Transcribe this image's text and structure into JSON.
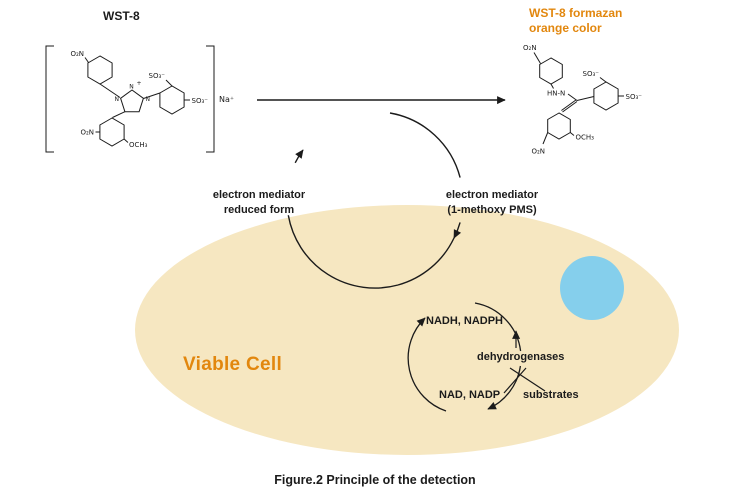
{
  "figure": {
    "caption": "Figure.2 Principle of the detection"
  },
  "labels": {
    "wst8": "WST-8",
    "formazan_title": "WST-8 formazan\norange color",
    "mediator_reduced": "electron mediator\nreduced form",
    "mediator_oxidized": "electron mediator\n(1-methoxy PMS)",
    "viable_cell": "Viable Cell",
    "nadh": "NADH, NADPH",
    "nad": "NAD, NADP",
    "dehydrogenases": "dehydrogenases",
    "substrates": "substrates"
  },
  "chemistry": {
    "sodium": "Na⁺",
    "wst8": {
      "no2_top": "O₂N",
      "no2_bottom": "O₂N",
      "so3_top": "SO₃⁻",
      "so3_right": "SO₃⁻",
      "och3": "OCH₃",
      "n": "N",
      "plus": "+"
    },
    "formazan": {
      "no2_top": "O₂N",
      "no2_bottom": "O₂N",
      "hn_n": "HN-N",
      "so3_top": "SO₃⁻",
      "so3_right": "SO₃⁻",
      "och3": "OCH₃"
    }
  },
  "colors": {
    "orange": "#E2870E",
    "cell_fill": "#F6E7C1",
    "nucleus_blue": "#85CFEC",
    "ink": "#1b1b1b"
  }
}
